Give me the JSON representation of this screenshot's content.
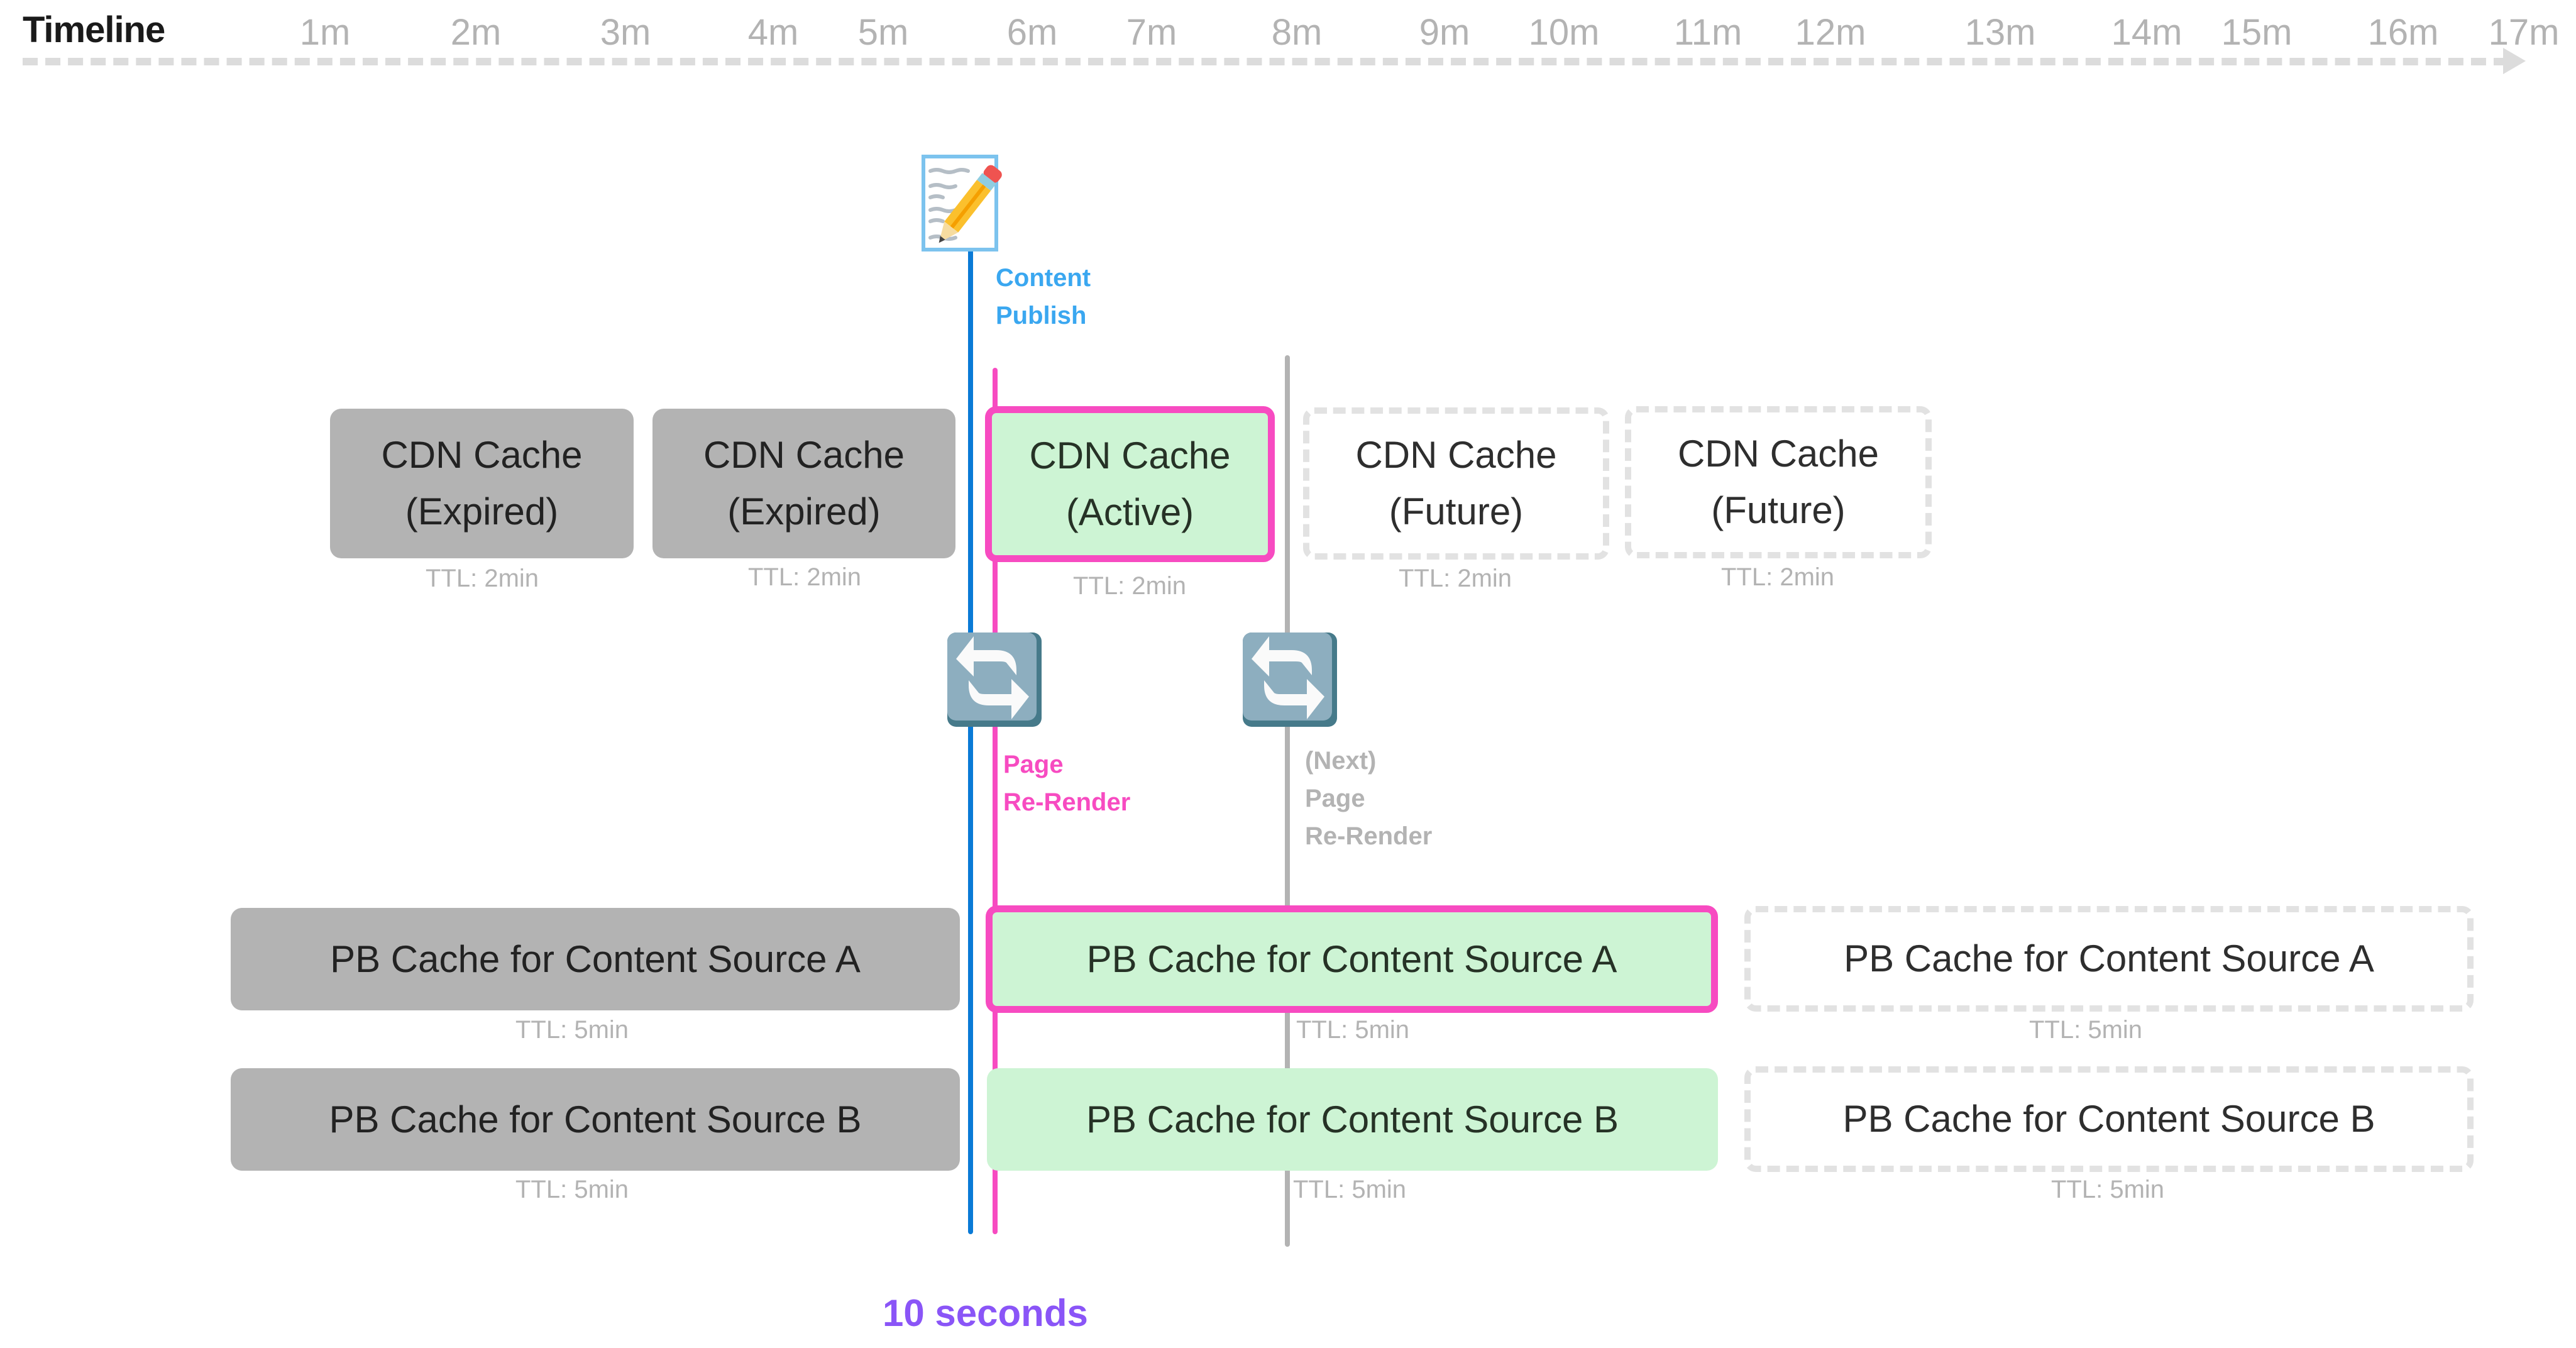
{
  "timeline": {
    "title": "Timeline",
    "ticks": [
      "1m",
      "2m",
      "3m",
      "4m",
      "5m",
      "6m",
      "7m",
      "8m",
      "9m",
      "10m",
      "11m",
      "12m",
      "13m",
      "14m",
      "15m",
      "16m",
      "17m"
    ]
  },
  "events": {
    "content_publish": {
      "icon": "memo-pencil-icon",
      "line1": "Content",
      "line2": "Publish",
      "color": "#3aa7f0"
    },
    "page_rerender": {
      "icon": "repeat-arrows-icon",
      "line1": "Page",
      "line2": "Re-Render",
      "color": "#f74bc1"
    },
    "next_rerender": {
      "icon": "repeat-arrows-icon",
      "line1": "(Next)",
      "line2": "Page",
      "line3": "Re-Render",
      "color": "#b3b3b3"
    }
  },
  "cdn_row": [
    {
      "line1": "CDN Cache",
      "line2": "(Expired)",
      "ttl": "TTL: 2min",
      "state": "expired"
    },
    {
      "line1": "CDN Cache",
      "line2": "(Expired)",
      "ttl": "TTL: 2min",
      "state": "expired"
    },
    {
      "line1": "CDN Cache",
      "line2": "(Active)",
      "ttl": "TTL: 2min",
      "state": "active"
    },
    {
      "line1": "CDN Cache",
      "line2": "(Future)",
      "ttl": "TTL: 2min",
      "state": "future"
    },
    {
      "line1": "CDN Cache",
      "line2": "(Future)",
      "ttl": "TTL: 2min",
      "state": "future"
    }
  ],
  "pb_row_a": [
    {
      "label": "PB Cache for Content Source A",
      "ttl": "TTL: 5min",
      "state": "expired"
    },
    {
      "label": "PB Cache for Content Source A",
      "ttl": "TTL: 5min",
      "state": "active"
    },
    {
      "label": "PB Cache for Content Source A",
      "ttl": "TTL: 5min",
      "state": "future"
    }
  ],
  "pb_row_b": [
    {
      "label": "PB Cache for Content Source B",
      "ttl": "TTL: 5min",
      "state": "expired"
    },
    {
      "label": "PB Cache for Content Source B",
      "ttl": "TTL: 5min",
      "state": "active"
    },
    {
      "label": "PB Cache for Content Source B",
      "ttl": "TTL: 5min",
      "state": "future"
    }
  ],
  "duration_label": "10 seconds",
  "colors": {
    "publish_line": "#0a7ad6",
    "rerender_line": "#f74bc1",
    "next_line": "#b3b3b3",
    "expired_fill": "#b3b3b3",
    "active_fill": "#cdf4d4",
    "duration_text": "#8a55f7"
  }
}
